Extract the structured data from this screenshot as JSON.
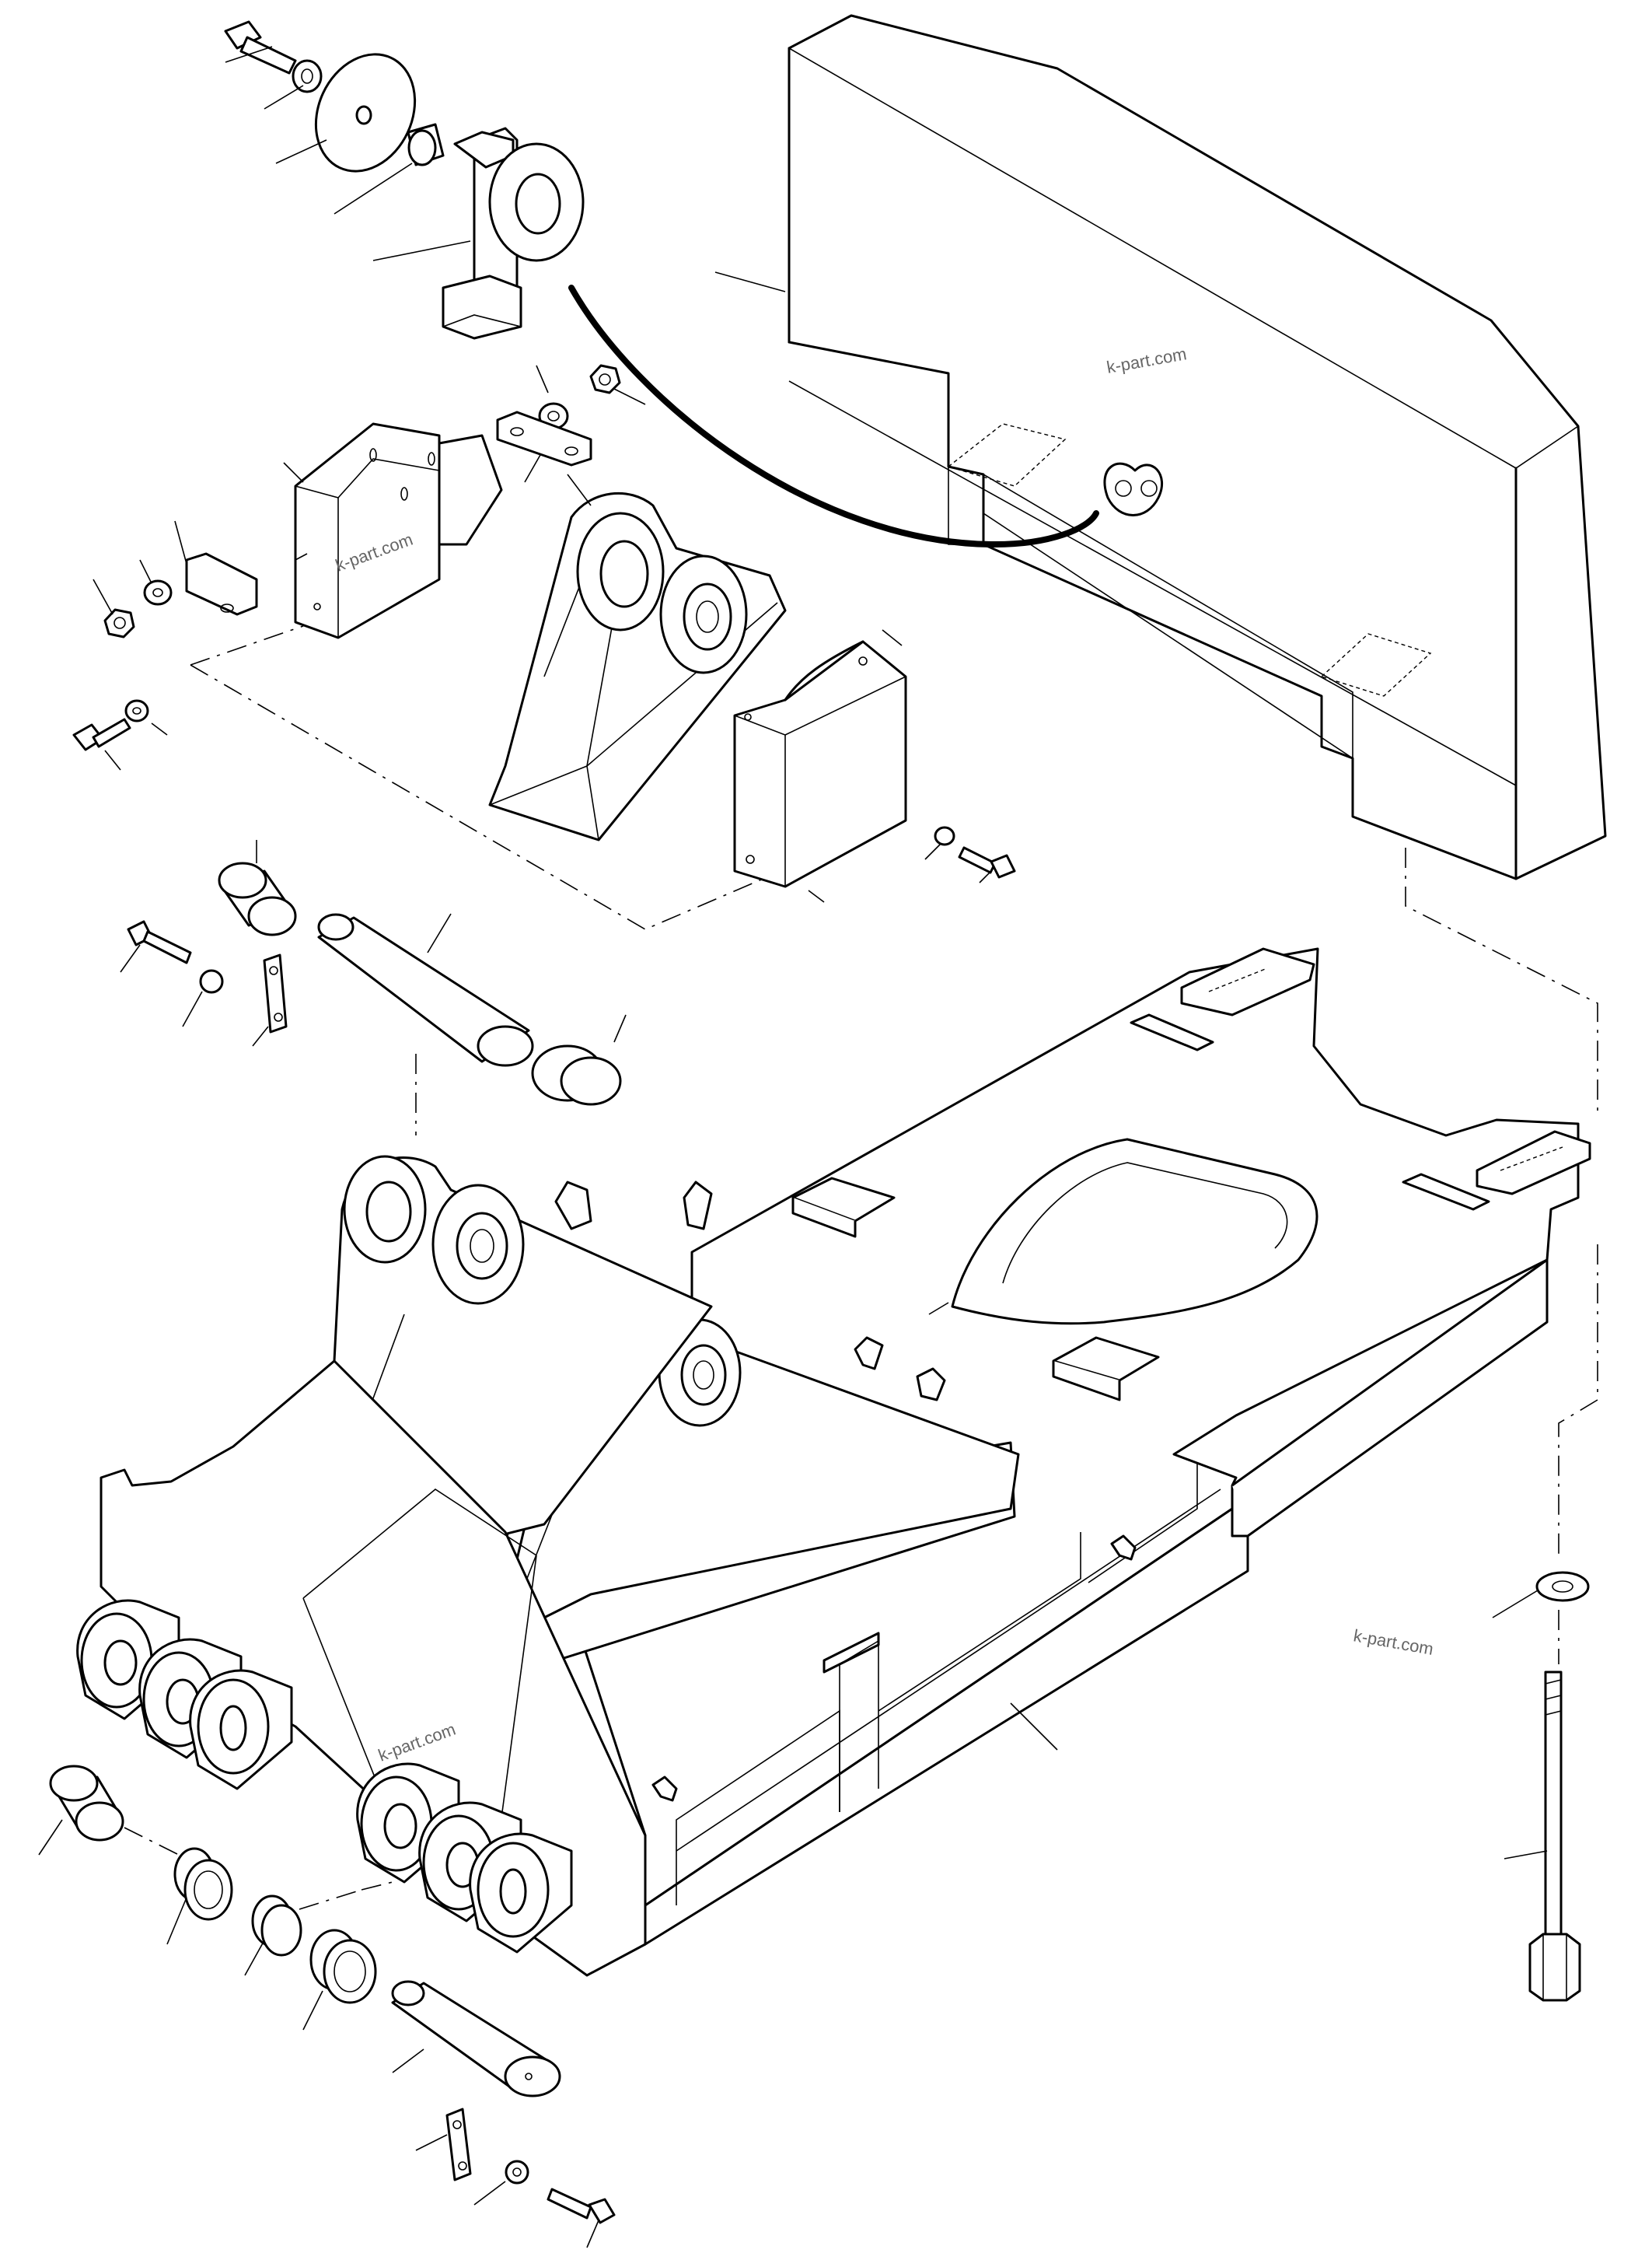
{
  "watermarks": [
    "k-part.com",
    "k-part.com",
    "k-part.com",
    "k-part.com"
  ],
  "parts": [
    "bolt",
    "washer",
    "disc",
    "spacer",
    "lifting-eye",
    "counterweight",
    "nut",
    "washer",
    "bracket",
    "cover-plate",
    "bracket",
    "washer",
    "nut",
    "bolt",
    "washer",
    "boom-mount",
    "bolt",
    "washer",
    "cover",
    "bushing",
    "pin",
    "bolt",
    "washer",
    "lock-plate",
    "bushing",
    "main-frame",
    "washer",
    "tie-rod",
    "bushing",
    "bushing",
    "bushing",
    "bushing",
    "pin",
    "lock-plate",
    "washer",
    "bolt"
  ]
}
